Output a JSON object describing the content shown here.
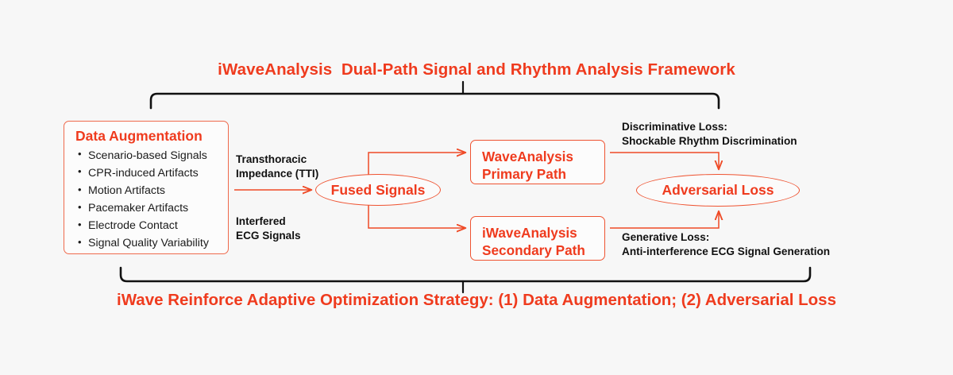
{
  "colors": {
    "background": "#f7f7f7",
    "accent": "#ef3b1e",
    "accent_outline": "#ef5331",
    "bracket": "#111111",
    "text": "#1b1b1b"
  },
  "framework": {
    "top_title": "iWaveAnalysis  Dual-Path Signal and Rhythm Analysis Framework",
    "bottom_title": "iWave Reinforce Adaptive Optimization Strategy: (1) Data Augmentation; (2) Adversarial Loss"
  },
  "augmentation": {
    "title": "Data Augmentation",
    "items": [
      "Scenario-based Signals",
      "CPR-induced Artifacts",
      "Motion Artifacts",
      "Pacemaker Artifacts",
      "Electrode Contact",
      "Signal Quality Variability"
    ]
  },
  "nodes": {
    "fused_signals": "Fused Signals",
    "primary_path": "WaveAnalysis\nPrimary Path",
    "secondary_path": "iWaveAnalysis\nSecondary Path",
    "adversarial_loss": "Adversarial Loss"
  },
  "edge_labels": {
    "tti": "Transthoracic\nImpedance (TTI)",
    "interfered_ecg": "Interfered\nECG Signals",
    "discriminative_loss": "Discriminative Loss:\nShockable Rhythm Discrimination",
    "generative_loss": "Generative Loss:\nAnti-interference ECG Signal Generation"
  }
}
